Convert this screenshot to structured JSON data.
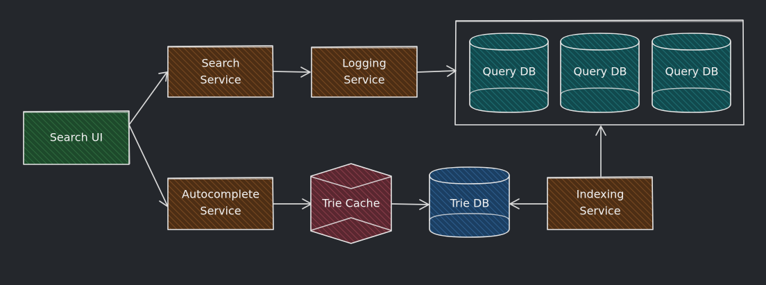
{
  "nodes": {
    "search_ui": {
      "label": "Search UI",
      "color": "#1f4d2c"
    },
    "search_service": {
      "label_lines": [
        "Search",
        "Service"
      ],
      "color": "#5a3516"
    },
    "logging_service": {
      "label_lines": [
        "Logging",
        "Service"
      ],
      "color": "#5a3516"
    },
    "autocomplete_service": {
      "label_lines": [
        "Autocomplete",
        "Service"
      ],
      "color": "#5a3516"
    },
    "trie_cache": {
      "label": "Trie Cache",
      "color": "#6a2d36"
    },
    "trie_db": {
      "label": "Trie DB",
      "color": "#1f4a73"
    },
    "indexing_service": {
      "label_lines": [
        "Indexing",
        "Service"
      ],
      "color": "#5a3516"
    },
    "query_dbs": [
      {
        "label": "Query DB",
        "color": "#145559"
      },
      {
        "label": "Query DB",
        "color": "#145559"
      },
      {
        "label": "Query DB",
        "color": "#145559"
      }
    ]
  },
  "colors": {
    "background": "#24272c",
    "stroke": "#e6e6e6",
    "text": "#f1f1f1"
  }
}
